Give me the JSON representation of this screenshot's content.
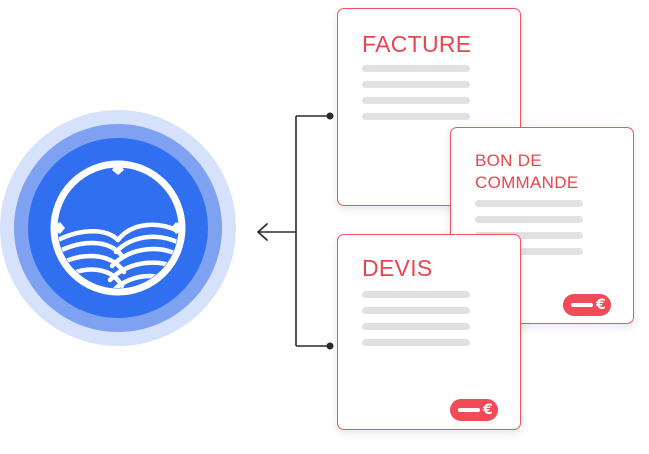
{
  "brand": {
    "logo_icon": "compass-waves-logo-icon",
    "colors": {
      "blue_primary": "#2f6ff0",
      "blue_ring_mid": "#7ea1f2",
      "blue_ring_outer": "#d6e2fc",
      "accent_red": "#ef4c57"
    }
  },
  "connector": {
    "arrow_icon": "arrow-left-icon"
  },
  "documents": [
    {
      "id": "facture",
      "title": "FACTURE",
      "has_price_badge": false
    },
    {
      "id": "bon_de_commande",
      "title": "BON DE\nCOMMANDE",
      "has_price_badge": true,
      "price_symbol": "€"
    },
    {
      "id": "devis",
      "title": "DEVIS",
      "has_price_badge": true,
      "price_symbol": "€"
    }
  ]
}
